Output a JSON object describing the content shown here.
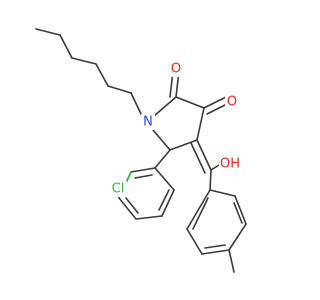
{
  "atoms": {
    "n1": "N",
    "o_ketone_left": "O",
    "o_ketone_right": "O",
    "oh": "OH",
    "cl": "Cl"
  }
}
